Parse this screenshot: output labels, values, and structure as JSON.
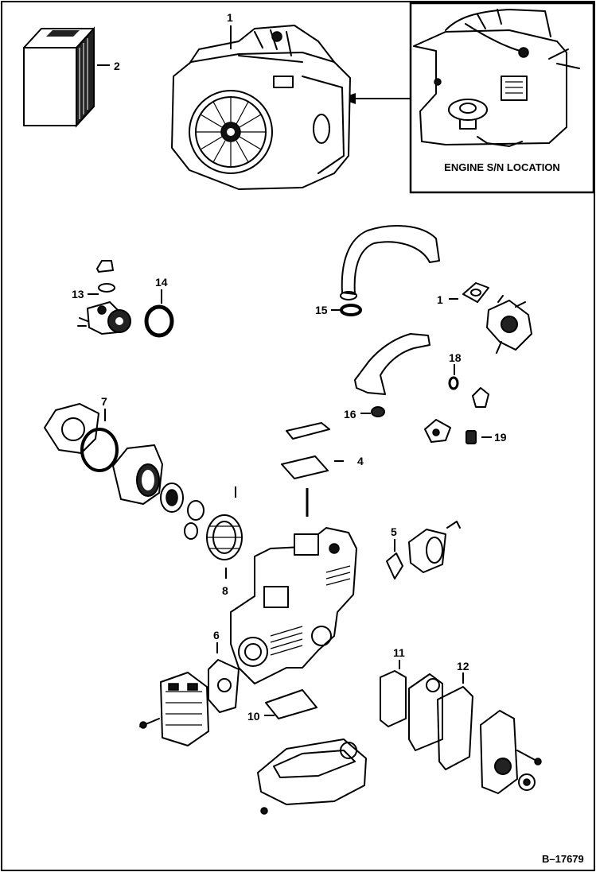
{
  "inset": {
    "caption": "ENGINE S/N LOCATION"
  },
  "figure_id": "B–17679",
  "callouts": {
    "c1": "1",
    "c2": "2",
    "c4": "4",
    "c5": "5",
    "c6": "6",
    "c7": "7",
    "c8": "8",
    "c10": "10",
    "c11": "11",
    "c12": "12",
    "c13": "13",
    "c14": "14",
    "c15": "15",
    "c16": "16",
    "c17": "1",
    "c18": "18",
    "c19": "19"
  },
  "parts": [
    "engine-assembly",
    "manual-booklet",
    "valve-cover-gasket",
    "breather-gasket",
    "head-side-gasket",
    "bearing-cover-gasket",
    "cylinder-gasket",
    "oil-pan-gasket",
    "side-cover-gasket",
    "timing-cover-gasket",
    "fuel-pump-gasket",
    "fuel-pump-o-ring",
    "intake-manifold-gasket",
    "exhaust-gasket",
    "carburetor-gasket",
    "drain-o-ring",
    "fuel-filter-element"
  ]
}
